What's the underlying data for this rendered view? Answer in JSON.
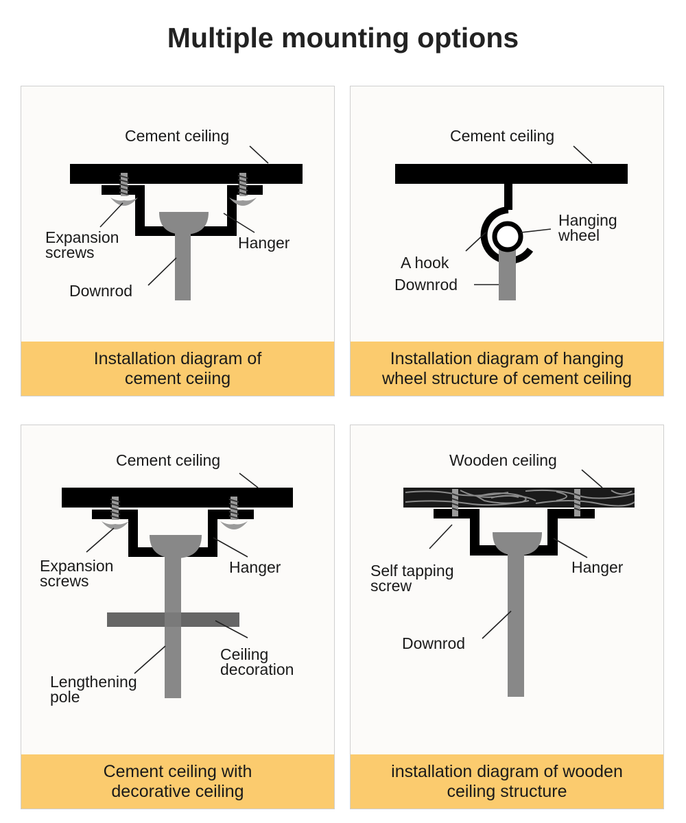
{
  "title": "Multiple mounting options",
  "panels": [
    {
      "caption": [
        "Installation diagram of",
        "cement ceiing"
      ],
      "labels": {
        "ceiling": "Cement ceiling",
        "screws": [
          "Expansion",
          "screws"
        ],
        "hanger": "Hanger",
        "downrod": "Downrod"
      }
    },
    {
      "caption": [
        "Installation diagram of hanging",
        "wheel structure of cement ceiling"
      ],
      "labels": {
        "ceiling": "Cement ceiling",
        "wheel": [
          "Hanging",
          "wheel"
        ],
        "hook": "A hook",
        "downrod": "Downrod"
      }
    },
    {
      "caption": [
        "Cement ceiling with",
        "decorative ceiling"
      ],
      "labels": {
        "ceiling": "Cement ceiling",
        "screws": [
          "Expansion",
          "screws"
        ],
        "hanger": "Hanger",
        "decoration": [
          "Ceiling",
          "decoration"
        ],
        "pole": [
          "Lengthening",
          "pole"
        ]
      }
    },
    {
      "caption": [
        "installation diagram of wooden",
        "ceiling structure"
      ],
      "labels": {
        "ceiling": "Wooden ceiling",
        "screw": [
          "Self tapping",
          "screw"
        ],
        "hanger": "Hanger",
        "downrod": "Downrod"
      }
    }
  ]
}
